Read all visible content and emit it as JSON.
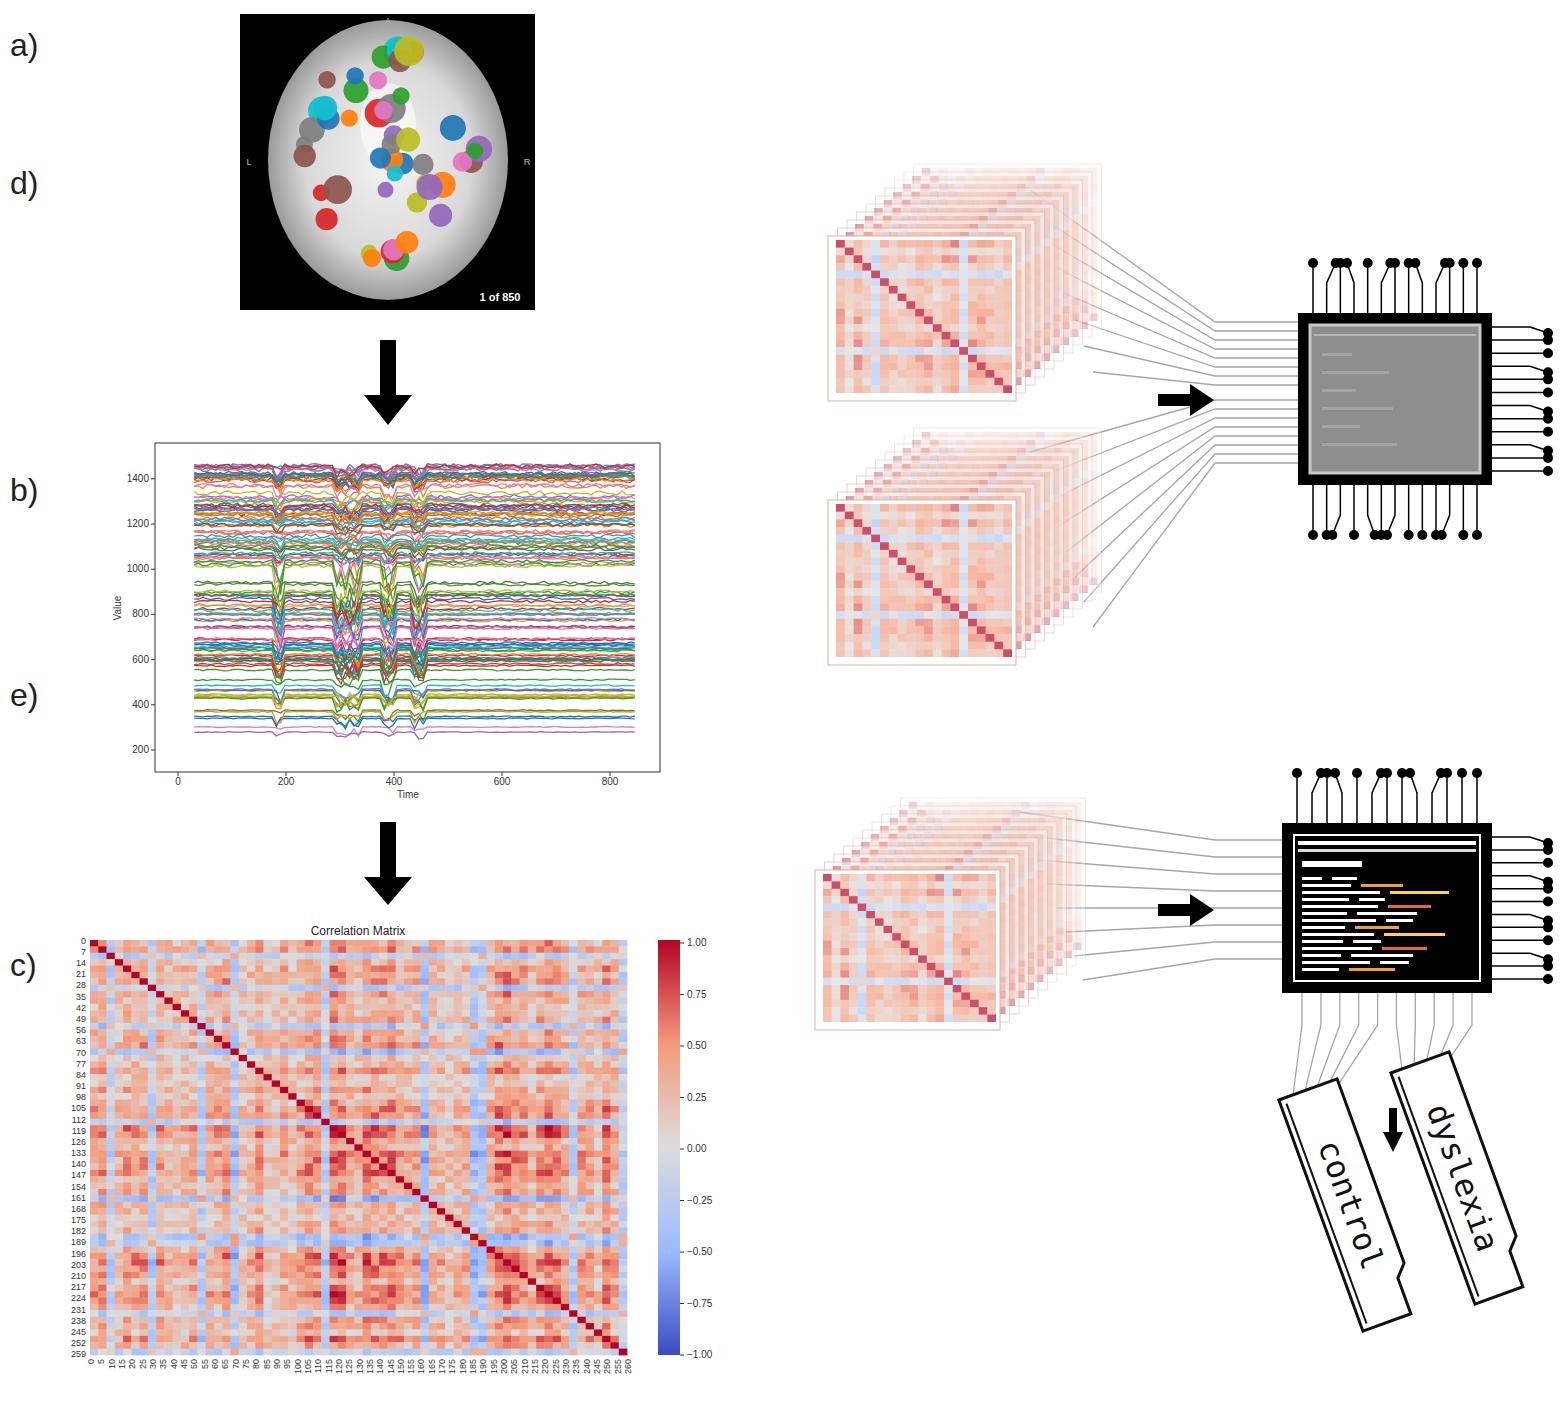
{
  "diagram": {
    "nodes": [
      {
        "text": [
          "control"
        ]
      },
      {
        "text": [
          "dyslexia"
        ]
      }
    ],
    "labels": [
      "a)",
      "b)",
      "c)",
      "d)",
      "e)",
      "A",
      "L",
      "R",
      "1 of 850",
      "200",
      "400",
      "600",
      "800",
      "1000",
      "1200",
      "1400",
      "0",
      "200",
      "400",
      "600",
      "800",
      "Value",
      "Time",
      "Correlation Matrix",
      "1.00",
      "0.75",
      "0.50",
      "0.25",
      "0.00",
      "−0.25",
      "−0.50",
      "−0.75",
      "−1.00",
      "0",
      "7",
      "14",
      "21",
      "28",
      "35",
      "42",
      "49",
      "56",
      "63",
      "70",
      "77",
      "84",
      "91",
      "98",
      "105",
      "112",
      "119",
      "126",
      "133",
      "140",
      "147",
      "154",
      "161",
      "168",
      "175",
      "182",
      "189",
      "196",
      "203",
      "210",
      "217",
      "224",
      "231",
      "238",
      "245",
      "252",
      "259",
      "0",
      "5",
      "10",
      "15",
      "20",
      "25",
      "30",
      "35",
      "40",
      "45",
      "50",
      "55",
      "60",
      "65",
      "70",
      "75",
      "80",
      "85",
      "90",
      "95",
      "100",
      "105",
      "110",
      "115",
      "120",
      "125",
      "130",
      "135",
      "140",
      "145",
      "150",
      "155",
      "160",
      "165",
      "170",
      "175",
      "180",
      "185",
      "190",
      "195",
      "200",
      "205",
      "210",
      "215",
      "220",
      "225",
      "230",
      "235",
      "240",
      "245",
      "250",
      "255",
      "260"
    ]
  }
}
